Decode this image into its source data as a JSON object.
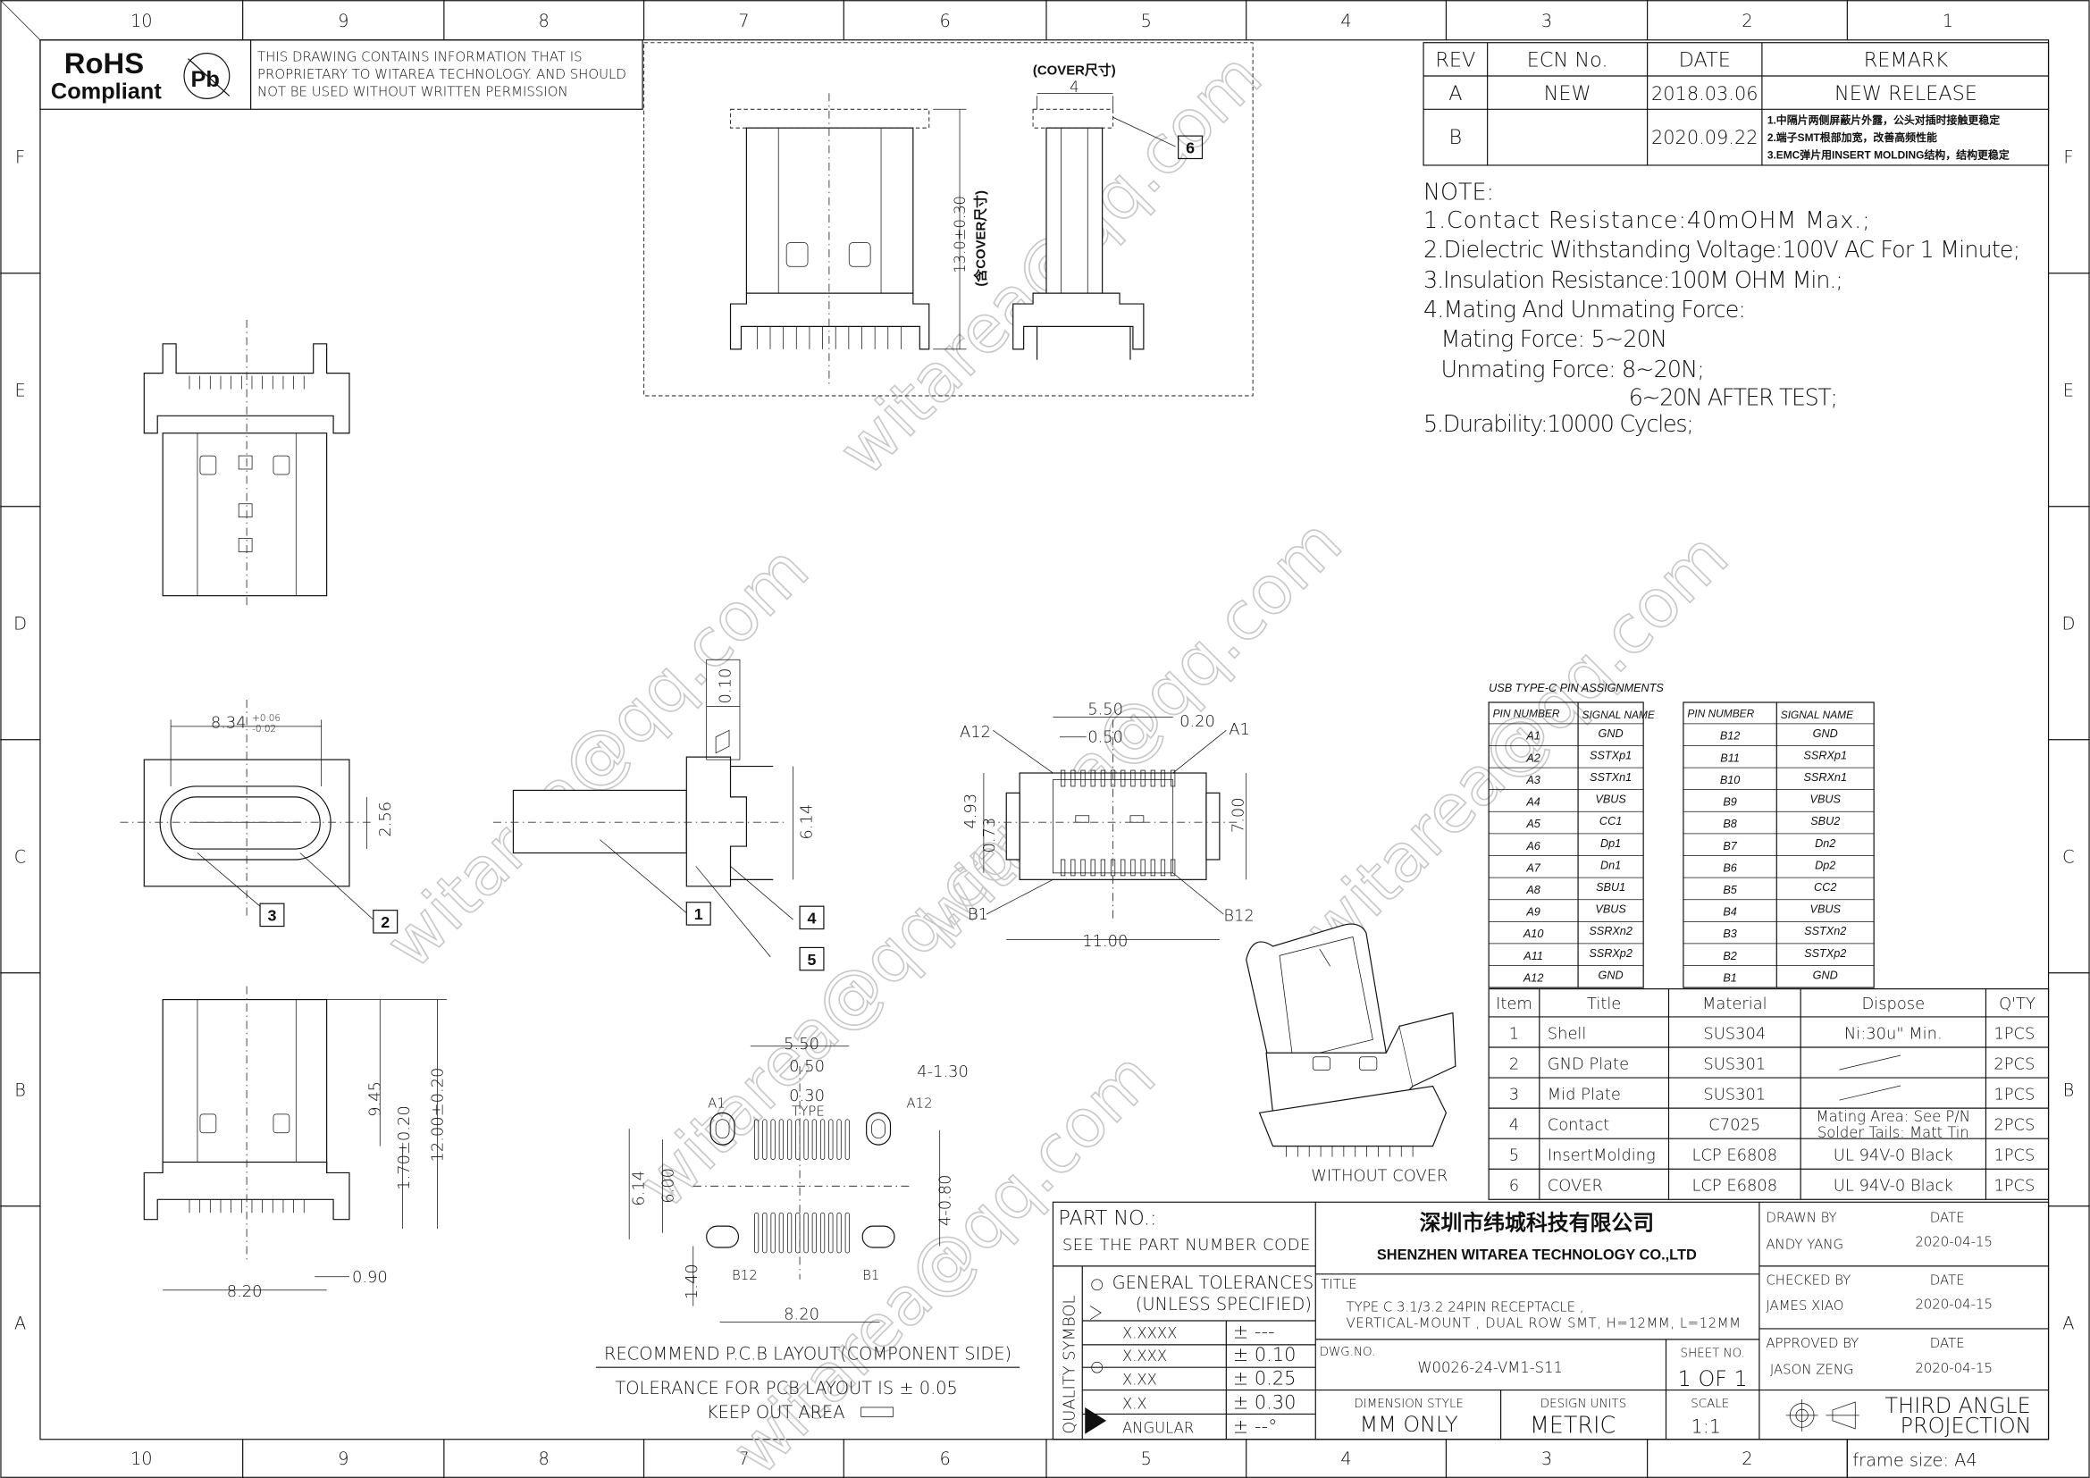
{
  "frame": {
    "columns": [
      "10",
      "9",
      "8",
      "7",
      "6",
      "5",
      "4",
      "3",
      "2",
      "1"
    ],
    "rows": [
      "F",
      "E",
      "D",
      "C",
      "B",
      "A"
    ],
    "frame_size": "frame size: A4"
  },
  "rohs": {
    "logo_line1": "RoHS",
    "logo_line2": "Compliant",
    "pb_symbol": "Pb",
    "disclaimer": [
      "THIS DRAWING CONTAINS INFORMATION THAT IS",
      "PROPRIETARY TO WITAREA TECHNOLOGY. AND SHOULD",
      "NOT BE USED WITHOUT WRITTEN PERMISSION"
    ]
  },
  "revision_table": {
    "headers": [
      "REV",
      "ECN No.",
      "DATE",
      "REMARK"
    ],
    "rows": [
      {
        "rev": "A",
        "ecn": "NEW",
        "date": "2018.03.06",
        "remark": [
          "NEW RELEASE"
        ]
      },
      {
        "rev": "B",
        "ecn": "",
        "date": "2020.09.22",
        "remark": [
          "1.中隔片两侧屏蔽片外露，公头对插时接触更稳定",
          "2.端子SMT根部加宽，改善高频性能",
          "3.EMC弹片用INSERT MOLDING结构，结构更稳定"
        ]
      }
    ]
  },
  "notes": {
    "heading": "NOTE:",
    "lines": [
      "1.Contact Resistance:40mOHM Max.;",
      "2.Dielectric Withstanding Voltage:100V AC For 1 Minute;",
      "3.Insulation Resistance:100M OHM Min.;",
      "4.Mating And Unmating Force:",
      "Mating Force: 5~20N",
      "Unmating Force: 8~20N;",
      "6~20N AFTER TEST;",
      "5.Durability:10000 Cycles;"
    ]
  },
  "pin_assignments": {
    "title": "USB TYPE-C PIN ASSIGNMENTS",
    "headers": [
      "PIN NUMBER",
      "SIGNAL NAME"
    ],
    "table_a": [
      [
        "A1",
        "GND"
      ],
      [
        "A2",
        "SSTXp1"
      ],
      [
        "A3",
        "SSTXn1"
      ],
      [
        "A4",
        "VBUS"
      ],
      [
        "A5",
        "CC1"
      ],
      [
        "A6",
        "Dp1"
      ],
      [
        "A7",
        "Dn1"
      ],
      [
        "A8",
        "SBU1"
      ],
      [
        "A9",
        "VBUS"
      ],
      [
        "A10",
        "SSRXn2"
      ],
      [
        "A11",
        "SSRXp2"
      ],
      [
        "A12",
        "GND"
      ]
    ],
    "table_b": [
      [
        "B12",
        "GND"
      ],
      [
        "B11",
        "SSRXp1"
      ],
      [
        "B10",
        "SSRXn1"
      ],
      [
        "B9",
        "VBUS"
      ],
      [
        "B8",
        "SBU2"
      ],
      [
        "B7",
        "Dn2"
      ],
      [
        "B6",
        "Dp2"
      ],
      [
        "B5",
        "CC2"
      ],
      [
        "B4",
        "VBUS"
      ],
      [
        "B3",
        "SSTXn2"
      ],
      [
        "B2",
        "SSTXp2"
      ],
      [
        "B1",
        "GND"
      ]
    ]
  },
  "bom": {
    "headers": [
      "Item",
      "Title",
      "Material",
      "Dispose",
      "Q'TY"
    ],
    "rows": [
      [
        "1",
        "Shell",
        "SUS304",
        "Ni:30u\" Min.",
        "1PCS"
      ],
      [
        "2",
        "GND Plate",
        "SUS301",
        "",
        "2PCS"
      ],
      [
        "3",
        "Mid Plate",
        "SUS301",
        "",
        "1PCS"
      ],
      [
        "4",
        "Contact",
        "C7025",
        "Mating Area: See P/N|Solder Tails: Matt Tin",
        "2PCS"
      ],
      [
        "5",
        "InsertMolding",
        "LCP E6808",
        "UL 94V-0 Black",
        "1PCS"
      ],
      [
        "6",
        "COVER",
        "LCP E6808",
        "UL 94V-0 Black",
        "1PCS"
      ]
    ]
  },
  "title_block": {
    "part_no_label": "PART NO.:",
    "part_no_value": "SEE THE PART NUMBER CODE",
    "company_cn": "深圳市纬城科技有限公司",
    "company_en": "SHENZHEN WITAREA TECHNOLOGY CO.,LTD",
    "quality_symbol": "QUALITY SYMBOL",
    "general_tolerances": "GENERAL TOLERANCES",
    "unless_specified": "(UNLESS SPECIFIED)",
    "tolerances": [
      [
        "X.XXXX",
        "± ---"
      ],
      [
        "X.XXX",
        "± 0.10"
      ],
      [
        "X.XX",
        "± 0.25"
      ],
      [
        "X.X",
        "± 0.30"
      ],
      [
        "ANGULAR",
        "± --°"
      ]
    ],
    "title_label": "TITLE",
    "title_line1": "TYPE C 3.1/3.2 24PIN RECEPTACLE ,",
    "title_line2": "VERTICAL-MOUNT , DUAL ROW SMT, H=12MM, L=12MM",
    "dwg_label": "DWG.NO.",
    "dwg_no": "W0026-24-VM1-S11",
    "sheet_label": "SHEET NO.",
    "sheet_value": "1 OF 1",
    "dimension_style_label": "DIMENSION STYLE",
    "dimension_style": "MM ONLY",
    "design_units_label": "DESIGN UNITS",
    "design_units": "METRIC",
    "scale_label": "SCALE",
    "scale": "1:1",
    "drawn_by_label": "DRAWN BY",
    "drawn_by": "ANDY YANG",
    "checked_by_label": "CHECKED BY",
    "checked_by": "JAMES XIAO",
    "approved_by_label": "APPROVED BY",
    "approved_by": "JASON ZENG",
    "date_label": "DATE",
    "drawn_date": "2020-04-15",
    "checked_date": "2020-04-15",
    "approved_date": "2020-04-15",
    "projection_line1": "THIRD ANGLE",
    "projection_line2": "PROJECTION"
  },
  "drawing": {
    "watermark": "witarea@qq.com",
    "cover_dim_label": "(COVER尺寸)",
    "cover_dim": "4",
    "height_dim": "13.0±0.30",
    "height_dim_note": "(含COVER尺寸)",
    "width_dim": "8.34",
    "width_tol_plus": "+0.06",
    "width_tol_minus": "-0.02",
    "opening_dim": "2.56",
    "flatness": "0.10",
    "side_dim": "6.14",
    "mid_pitch_total": "5.50",
    "mid_pitch": "0.50",
    "mid_pin_width": "0.20",
    "mid_a12": "A12",
    "mid_a1": "A1",
    "mid_b1": "B1",
    "mid_b12": "B12",
    "mid_h1": "4.93",
    "mid_h2": "0.73",
    "mid_h3": "7.00",
    "mid_w": "11.00",
    "front_h1": "9.45",
    "front_h2": "12.00±0.20",
    "front_h3": "1.70±0.20",
    "front_foot": "0.90",
    "front_w": "8.20",
    "pcb_pitch_total": "5.50",
    "pcb_pitch": "0.50",
    "pcb_hole": "4-1.30",
    "pcb_pad_w": "0.30",
    "pcb_type": "TYPE",
    "pcb_a1": "A1",
    "pcb_a12": "A12",
    "pcb_b12": "B12",
    "pcb_b1": "B1",
    "pcb_h1": "6.14",
    "pcb_h2": "6.00",
    "pcb_slot": "4-0.80",
    "pcb_h3": "1.40",
    "pcb_w": "8.20",
    "pcb_caption": "RECOMMEND P.C.B LAYOUT(COMPONENT SIDE)",
    "pcb_tolerance": "TOLERANCE FOR PCB LAYOUT IS ± 0.05",
    "keep_out": "KEEP OUT AREA",
    "iso_caption": "WITHOUT COVER",
    "balloons": [
      "1",
      "2",
      "3",
      "4",
      "5",
      "6"
    ]
  }
}
